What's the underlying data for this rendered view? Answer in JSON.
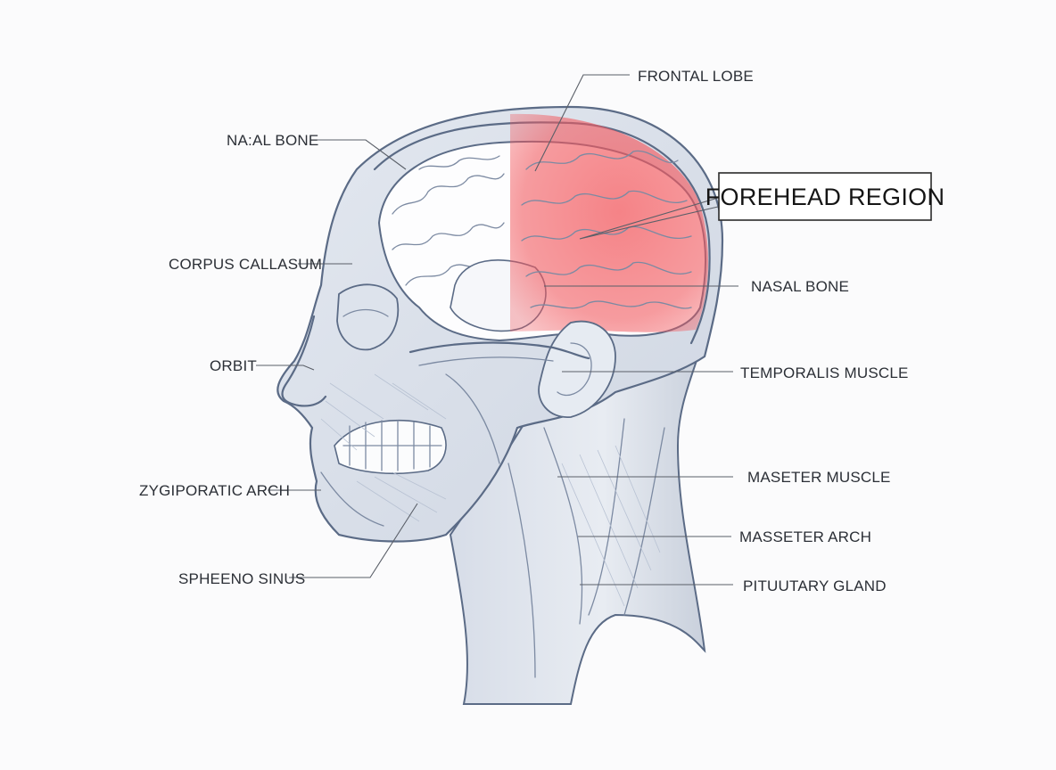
{
  "diagram": {
    "callout": {
      "text": "FOREHEAD REGION",
      "highlight_color": "#f25a5f"
    },
    "labels_left": [
      {
        "id": "nasal-bone-left",
        "text": "NA:AL BONE"
      },
      {
        "id": "corpus-callosum",
        "text": "CORPUS CALLASUM"
      },
      {
        "id": "orbit",
        "text": "ORBIT"
      },
      {
        "id": "zygiporatic-arch",
        "text": "ZYGIPORATIC ARCH"
      },
      {
        "id": "spheeno-sinus",
        "text": "SPHEENO SINUS"
      }
    ],
    "labels_right": [
      {
        "id": "frontal-lobe",
        "text": "FRONTAL LOBE"
      },
      {
        "id": "nasal-bone-right",
        "text": "NASAL BONE"
      },
      {
        "id": "temporalis-muscle",
        "text": "TEMPORALIS MUSCLE"
      },
      {
        "id": "maseter-muscle",
        "text": "MASETER MUSCLE"
      },
      {
        "id": "masseter-arch",
        "text": "MASSETER ARCH"
      },
      {
        "id": "pituutary-gland",
        "text": "PITUUTARY GLAND"
      }
    ]
  }
}
